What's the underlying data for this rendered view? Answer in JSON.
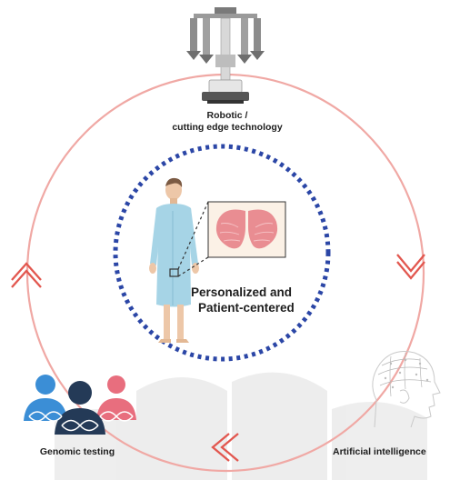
{
  "labels": {
    "robotic_line1": "Robotic /",
    "robotic_line2": "cutting edge technology",
    "center_line1": "Personalized and",
    "center_line2": "Patient-centered",
    "genomic": "Genomic testing",
    "ai": "Artificial intelligence"
  },
  "colors": {
    "cycle_ring": "#f0a8a4",
    "arrow": "#e2574f",
    "dotted_circle": "#2b46a6",
    "gown": "#a6d4e6",
    "skin": "#edc7a8",
    "organ": "#e98d92",
    "organ_bg": "#fbf1e6",
    "genomic_blue": "#3b8ed6",
    "genomic_navy": "#243a57",
    "genomic_pink": "#e86e7e"
  },
  "icons": [
    "surgical-robot-icon",
    "patient-figure-icon",
    "organ-detail-icon",
    "genomic-people-icon",
    "ai-head-icon",
    "cycle-arrow-icon"
  ]
}
